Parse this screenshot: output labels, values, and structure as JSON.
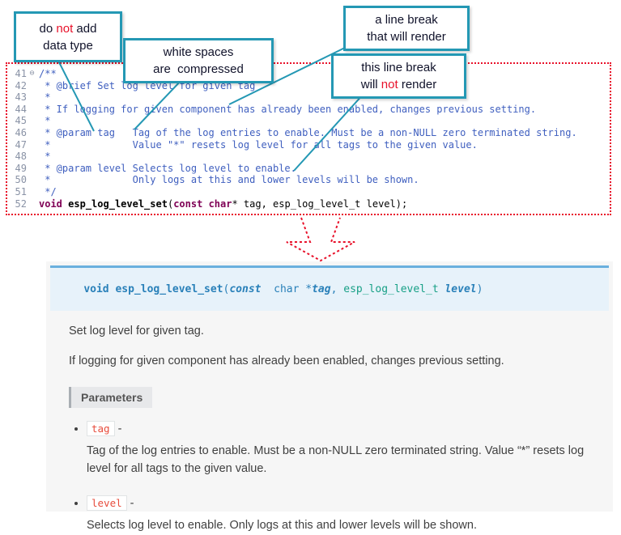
{
  "callouts": [
    {
      "id": "no-datatype",
      "lines": [
        [
          {
            "t": "do "
          },
          {
            "t": "not",
            "red": true
          },
          {
            "t": " add"
          }
        ],
        [
          {
            "t": "data type"
          }
        ]
      ]
    },
    {
      "id": "whitespace",
      "lines": [
        [
          {
            "t": "white spaces"
          }
        ],
        [
          {
            "t": "are  compressed"
          }
        ]
      ]
    },
    {
      "id": "linebreak-render",
      "lines": [
        [
          {
            "t": "a line break"
          }
        ],
        [
          {
            "t": "that will render"
          }
        ]
      ]
    },
    {
      "id": "linebreak-norender",
      "lines": [
        [
          {
            "t": "this line break"
          }
        ],
        [
          {
            "t": "will "
          },
          {
            "t": "not",
            "red": true
          },
          {
            "t": " render"
          }
        ]
      ]
    }
  ],
  "editor": {
    "lines": [
      {
        "num": "41",
        "fold": "⊖",
        "segs": [
          {
            "t": "/**",
            "c": "comment"
          }
        ]
      },
      {
        "num": "42",
        "segs": [
          {
            "t": " * @brief Set log level for given tag",
            "c": "comment"
          }
        ]
      },
      {
        "num": "43",
        "segs": [
          {
            "t": " *",
            "c": "comment"
          }
        ]
      },
      {
        "num": "44",
        "segs": [
          {
            "t": " * If logging for given component has already been enabled, changes previous setting.",
            "c": "comment"
          }
        ]
      },
      {
        "num": "45",
        "segs": [
          {
            "t": " *",
            "c": "comment"
          }
        ]
      },
      {
        "num": "46",
        "segs": [
          {
            "t": " * @param tag   Tag of the log entries to enable. Must be a non-NULL zero terminated string.",
            "c": "comment"
          }
        ]
      },
      {
        "num": "47",
        "segs": [
          {
            "t": " *              Value \"*\" resets log level for all tags to the given value.",
            "c": "comment"
          }
        ]
      },
      {
        "num": "48",
        "segs": [
          {
            "t": " *",
            "c": "comment"
          }
        ]
      },
      {
        "num": "49",
        "segs": [
          {
            "t": " * @param level Selects log level to enable.",
            "c": "comment"
          }
        ]
      },
      {
        "num": "50",
        "segs": [
          {
            "t": " *              Only logs at this and lower levels will be shown.",
            "c": "comment"
          }
        ]
      },
      {
        "num": "51",
        "segs": [
          {
            "t": " */",
            "c": "comment"
          }
        ]
      },
      {
        "num": "52",
        "segs": [
          {
            "t": "void",
            "c": "kw"
          },
          {
            "t": " "
          },
          {
            "t": "esp_log_level_set",
            "c": "fn"
          },
          {
            "t": "("
          },
          {
            "t": "const",
            "c": "kw"
          },
          {
            "t": " "
          },
          {
            "t": "char",
            "c": "kw"
          },
          {
            "t": "* tag, esp_log_level_t level);"
          }
        ]
      }
    ]
  },
  "docs": {
    "signature": [
      {
        "t": "void",
        "b": true
      },
      {
        "t": " "
      },
      {
        "t": "esp_log_level_set",
        "b": true
      },
      {
        "t": "("
      },
      {
        "t": "const",
        "b": true,
        "i": true
      },
      {
        "t": "  char *"
      },
      {
        "t": "tag",
        "b": true,
        "i": true
      },
      {
        "t": ", "
      },
      {
        "t": "esp_log_level_t",
        "c": "type"
      },
      {
        "t": " "
      },
      {
        "t": "level",
        "b": true,
        "i": true
      },
      {
        "t": ")"
      }
    ],
    "para1": "Set log level for given tag.",
    "para2": "If logging for given component has already been enabled, changes previous setting.",
    "parameters_label": "Parameters",
    "param_dash": "-",
    "params": [
      {
        "name": "tag",
        "desc": "Tag of the log entries to enable. Must be a non-NULL zero terminated string. Value “*” resets log level for all tags to the given value."
      },
      {
        "name": "level",
        "desc": "Selects log level to enable. Only logs at this and lower levels will be shown."
      }
    ]
  },
  "colors": {
    "callout_border": "#2498b4",
    "annotation_red": "#e8112a",
    "code_comment": "#3f5fbf",
    "code_keyword": "#7f0055",
    "line_number": "#8a93a6",
    "signature_bg": "#e7f2fa",
    "signature_border": "#6ab0de",
    "signature_text": "#2980b9",
    "param_chip": "#e74c3c",
    "docs_bg": "#f6f6f6"
  }
}
